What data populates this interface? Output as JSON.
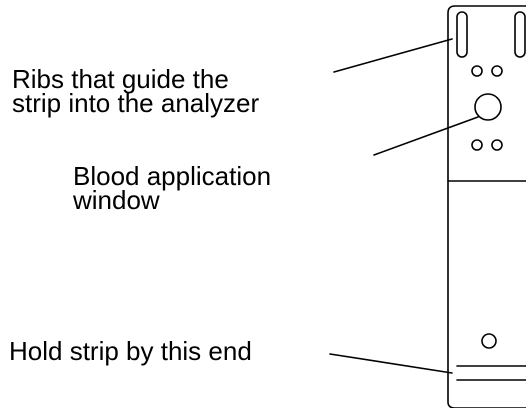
{
  "labels": {
    "ribs_line1": "Ribs that guide the",
    "ribs_line2": "strip into the analyzer",
    "window_line1": "Blood application",
    "window_line2": "window",
    "hold": "Hold strip by this end"
  },
  "colors": {
    "ink": "#000000",
    "background": "#ffffff"
  }
}
